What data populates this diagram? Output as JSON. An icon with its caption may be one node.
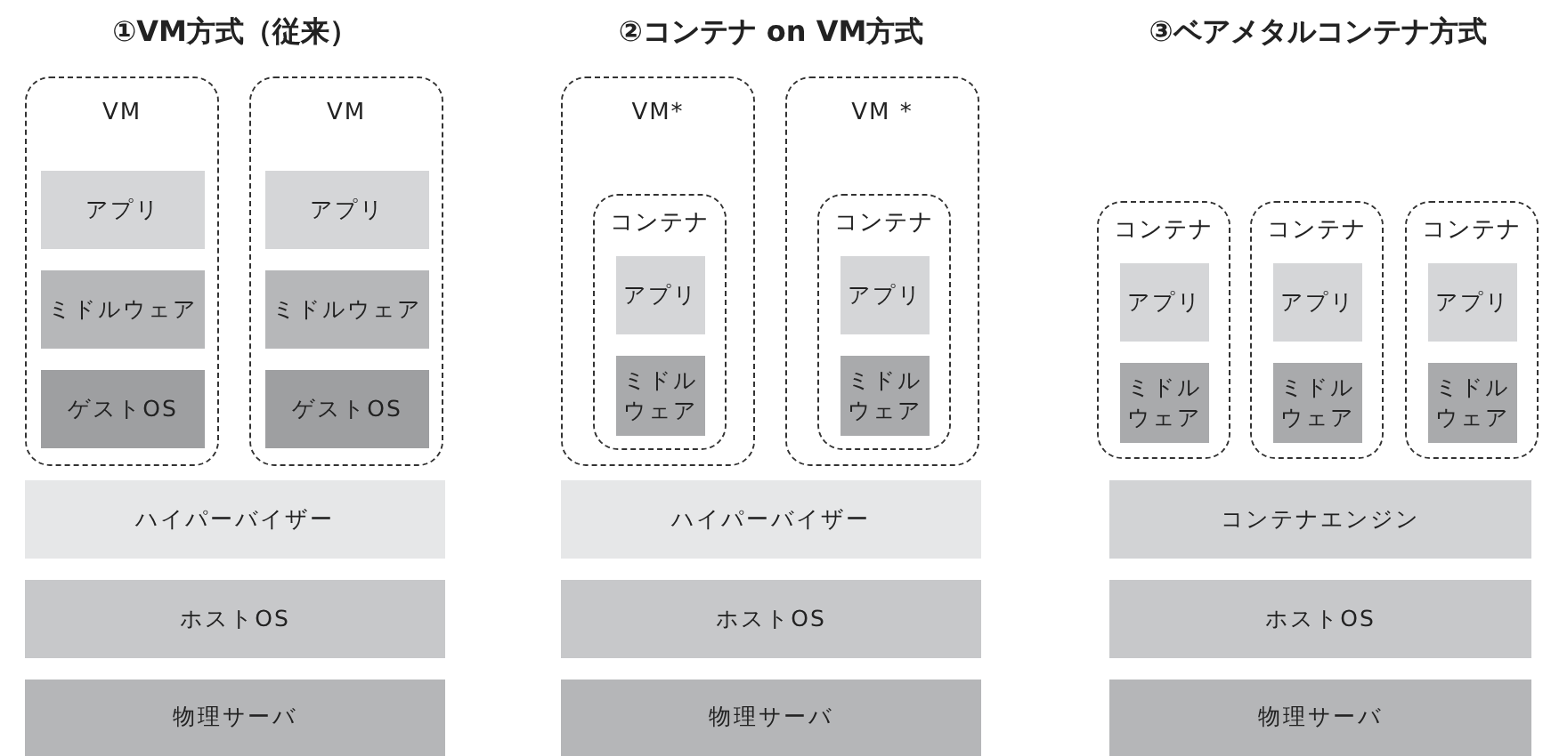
{
  "diagram": {
    "nodes": [
      {
        "text": [
          "VM"
        ]
      },
      {
        "text": [
          "アプリ"
        ],
        "in": 0
      },
      {
        "text": [
          "ミドルウェア"
        ],
        "in": 0
      },
      {
        "text": [
          "ゲストOS"
        ],
        "in": 0
      },
      {
        "text": [
          "VM"
        ]
      },
      {
        "text": [
          "アプリ"
        ],
        "in": 4
      },
      {
        "text": [
          "ミドルウェア"
        ],
        "in": 4
      },
      {
        "text": [
          "ゲストOS"
        ],
        "in": 4
      },
      {
        "text": [
          "ハイパーバイザー"
        ]
      },
      {
        "text": [
          "ホストOS"
        ]
      },
      {
        "text": [
          "物理サーバ"
        ]
      },
      {
        "text": [
          "VM*"
        ]
      },
      {
        "text": [
          "コンテナ"
        ],
        "in": 11
      },
      {
        "text": [
          "アプリ"
        ],
        "in": 12
      },
      {
        "text": [
          "ミドルウェア"
        ],
        "in": 12
      },
      {
        "text": [
          "VM *"
        ]
      },
      {
        "text": [
          "コンテナ"
        ],
        "in": 15
      },
      {
        "text": [
          "アプリ"
        ],
        "in": 16
      },
      {
        "text": [
          "ミドルウェア"
        ],
        "in": 16
      },
      {
        "text": [
          "ハイパーバイザー"
        ]
      },
      {
        "text": [
          "ホストOS"
        ]
      },
      {
        "text": [
          "物理サーバ"
        ]
      },
      {
        "text": [
          "コンテナ"
        ]
      },
      {
        "text": [
          "アプリ"
        ],
        "in": 22
      },
      {
        "text": [
          "ミドルウェア"
        ],
        "in": 22
      },
      {
        "text": [
          "コンテナ"
        ]
      },
      {
        "text": [
          "アプリ"
        ],
        "in": 25
      },
      {
        "text": [
          "ミドルウェア"
        ],
        "in": 25
      },
      {
        "text": [
          "コンテナ"
        ]
      },
      {
        "text": [
          "アプリ"
        ],
        "in": 28
      },
      {
        "text": [
          "ミドルウェア"
        ],
        "in": 28
      },
      {
        "text": [
          "コンテナエンジン"
        ]
      },
      {
        "text": [
          "ホストOS"
        ]
      },
      {
        "text": [
          "物理サーバ"
        ]
      }
    ],
    "labels": [
      "①VM方式（従来）",
      "②コンテナ on VM方式",
      "③ベアメタルコンテナ方式"
    ]
  }
}
